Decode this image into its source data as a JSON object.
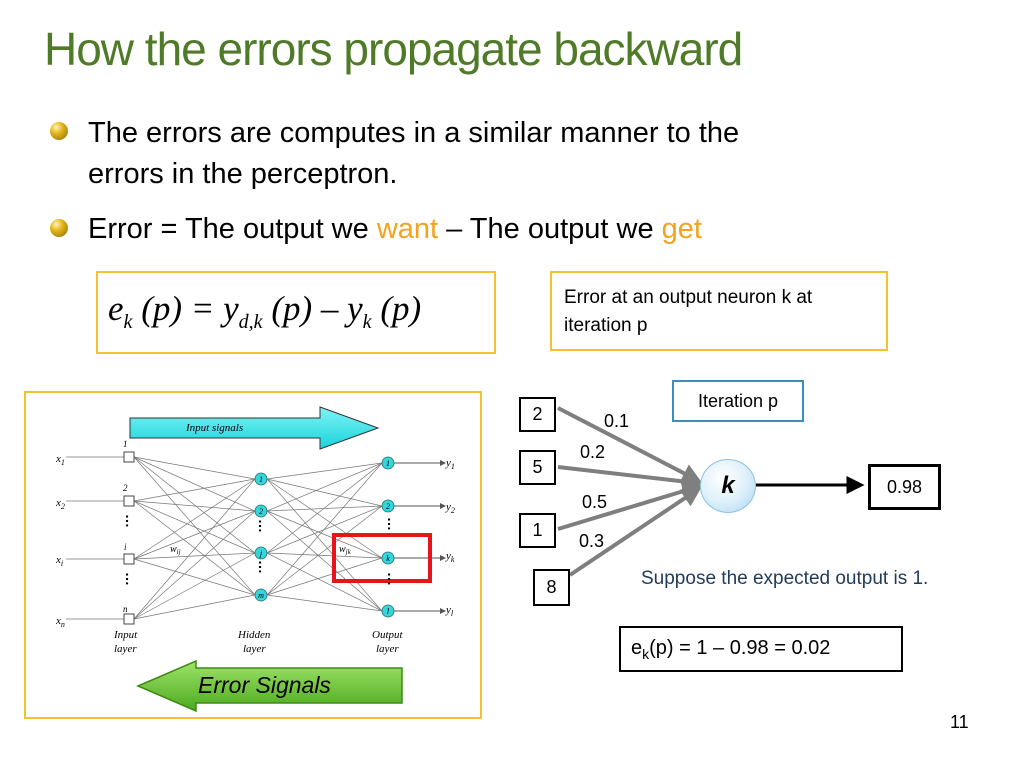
{
  "slide": {
    "title": "How the errors propagate backward",
    "page_number": "11",
    "accent_color": "#4f7a28",
    "highlight_color": "#f5a31a"
  },
  "bullets": [
    {
      "line1": "The errors are computes in a similar manner to the",
      "line2": "errors in the perceptron."
    },
    {
      "part1": "Error = The output we ",
      "hl1": "want",
      "part2": " – The output we ",
      "hl2": "get"
    }
  ],
  "formula": {
    "e": "e",
    "e_sub": "k",
    "p1": "(p) = ",
    "y1": "y",
    "y1_sub": "d,k",
    "p2": "(p) – ",
    "y2": "y",
    "y2_sub": "k",
    "p3": "(p)"
  },
  "description": "Error at an output neuron k at iteration p",
  "network": {
    "input_signals": "Input signals",
    "error_signals": "Error Signals",
    "input_labels": [
      "x",
      "x",
      "x",
      "x"
    ],
    "input_subs": [
      "1",
      "2",
      "i",
      "n"
    ],
    "input_node_labels": [
      "1",
      "2",
      "i",
      "n"
    ],
    "hidden_node_labels": [
      "1",
      "2",
      "j",
      "m"
    ],
    "output_node_labels": [
      "1",
      "2",
      "k",
      "l"
    ],
    "output_labels": [
      "y",
      "y",
      "y",
      "y"
    ],
    "output_subs": [
      "1",
      "2",
      "k",
      "l"
    ],
    "weight_ij": "w",
    "weight_ij_sub": "ij",
    "weight_jk": "w",
    "weight_jk_sub": "jk",
    "layer_input": [
      "Input",
      "layer"
    ],
    "layer_hidden": [
      "Hidden",
      "layer"
    ],
    "layer_output": [
      "Output",
      "layer"
    ],
    "dots": "…"
  },
  "example": {
    "inputs": [
      "2",
      "5",
      "1",
      "8"
    ],
    "weights": [
      "0.1",
      "0.2",
      "0.5",
      "0.3"
    ],
    "node": "k",
    "output": "0.98",
    "iteration": "Iteration p",
    "suppose": "Suppose the expected output is 1.",
    "calc_e": "e",
    "calc_sub": "k",
    "calc_rest": "(p) = 1 – 0.98 = 0.02"
  }
}
